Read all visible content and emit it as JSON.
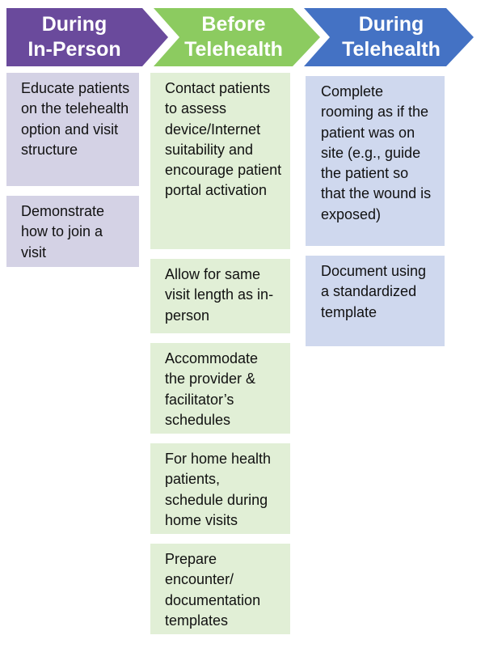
{
  "headers": [
    {
      "label": "During\nIn-Person",
      "color": "#6a4a9c"
    },
    {
      "label": "Before\nTelehealth",
      "color": "#8ccb60"
    },
    {
      "label": "During\nTelehealth",
      "color": "#4472c4"
    }
  ],
  "columns": {
    "in_person": [
      "Educate patients on the telehealth option and visit structure",
      "Demonstrate how to join a visit"
    ],
    "before_telehealth": [
      "Contact patients to assess device/Internet suitability and encourage patient portal activation",
      "Allow for same visit length as in-person",
      "Accommodate the provider & facilitator’s schedules",
      "For home health patients, schedule during home visits",
      "Prepare encounter/ documentation templates"
    ],
    "during_telehealth": [
      "Complete rooming as if the patient was on site (e.g., guide the patient so that the wound is exposed)",
      "Document using a standardized template"
    ]
  },
  "colors": {
    "in_person_box": "#d4d2e5",
    "before_box": "#e1efd6",
    "during_box": "#cfd8ee"
  }
}
